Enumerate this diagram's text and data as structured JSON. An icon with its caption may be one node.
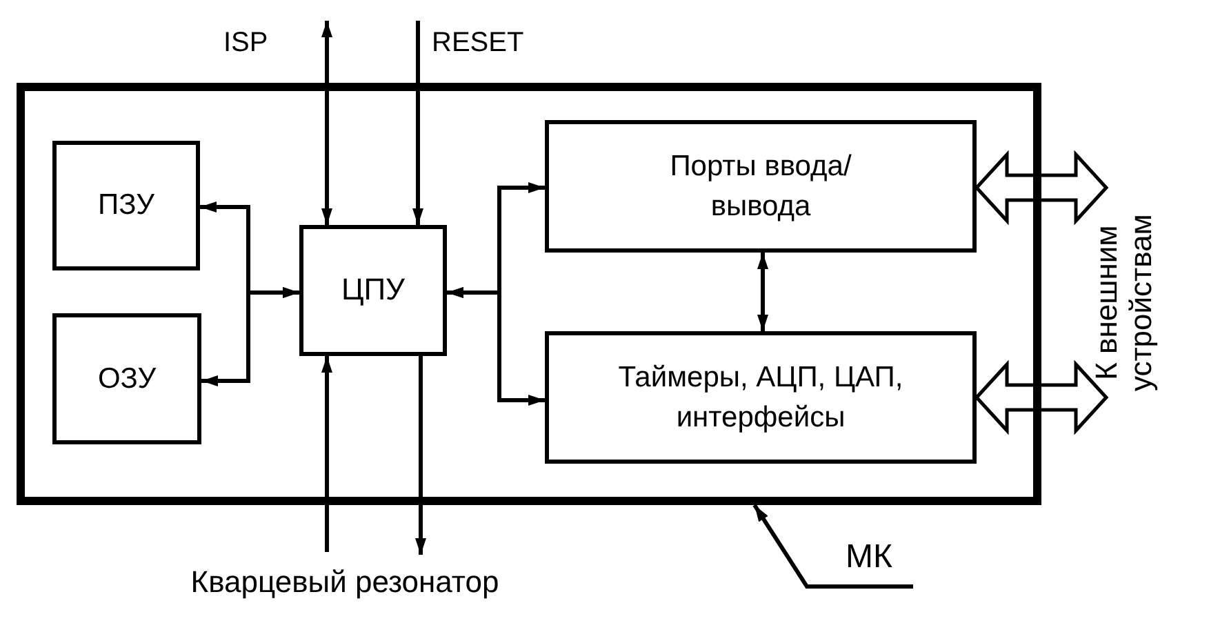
{
  "diagram": {
    "nodes": [
      {
        "text": [],
        "shape": "box"
      },
      {
        "text": [
          "ПЗУ"
        ],
        "in": 0
      },
      {
        "text": [
          "ОЗУ"
        ],
        "in": 0
      },
      {
        "text": [
          "ЦПУ"
        ],
        "in": 0
      },
      {
        "text": [
          "Порты ввода/вывода"
        ],
        "in": 0
      },
      {
        "text": [
          "Таймеры, АЦП, ЦАП, интерфейсы"
        ],
        "in": 0
      },
      {
        "text": [
          "МК"
        ]
      },
      {
        "text": [
          "Кварцевый резонатор"
        ]
      }
    ],
    "edges": [
      {
        "from": null,
        "to": 3,
        "arrow": "both"
      },
      {
        "from": null,
        "to": 3,
        "arrow": "to"
      },
      {
        "from": 7,
        "to": 3,
        "arrow": "to"
      },
      {
        "from": 3,
        "to": 7,
        "arrow": "to"
      },
      {
        "from": 1,
        "to": 3,
        "arrow": "both"
      },
      {
        "from": 2,
        "to": 3,
        "arrow": "both"
      },
      {
        "from": 3,
        "to": 4,
        "arrow": "both"
      },
      {
        "from": 3,
        "to": 5,
        "arrow": "both"
      },
      {
        "from": 4,
        "to": 5,
        "arrow": "both"
      },
      {
        "from": 4,
        "to": null,
        "arrow": "both",
        "style": "thick"
      },
      {
        "from": 5,
        "to": null,
        "arrow": "both",
        "style": "thick"
      },
      {
        "from": 6,
        "to": 0,
        "arrow": "to"
      }
    ],
    "labels": [
      "ISP",
      "RESET",
      "К внешним устройствам"
    ]
  }
}
